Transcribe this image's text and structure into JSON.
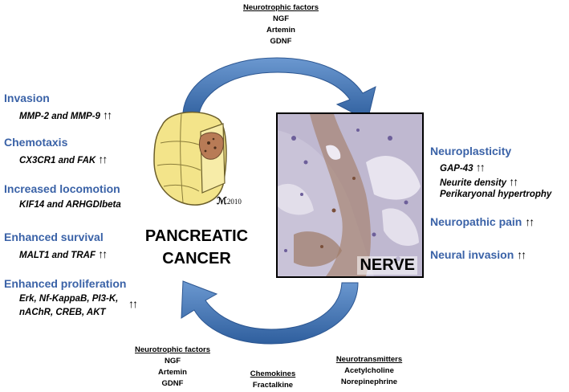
{
  "top_factors": {
    "title": "Neurotrophic factors",
    "items": [
      "NGF",
      "Artemin",
      "GDNF"
    ]
  },
  "left_column": [
    {
      "heading": "Invasion",
      "detail": "MMP-2 and MMP-9",
      "arrows": "↑↑"
    },
    {
      "heading": "Chemotaxis",
      "detail": "CX3CR1 and FAK",
      "arrows": "↑↑"
    },
    {
      "heading": "Increased locomotion",
      "detail": "KIF14 and ARHGDIbeta",
      "arrows": ""
    },
    {
      "heading": "Enhanced survival",
      "detail": "MALT1 and TRAF",
      "arrows": "↑↑"
    },
    {
      "heading": "Enhanced proliferation",
      "detail": "Erk, Nf-KappaB, PI3-K,",
      "detail2": "nAChR, CREB, AKT",
      "arrows": "↑↑"
    }
  ],
  "center": {
    "cancer_label_1": "PANCREATIC",
    "cancer_label_2": "CANCER",
    "nerve_label": "NERVE",
    "signature": "2010"
  },
  "right_column": {
    "neuroplasticity": {
      "heading": "Neuroplasticity",
      "items": [
        {
          "text": "GAP-43",
          "arrows": "↑↑"
        },
        {
          "text": "Neurite density",
          "arrows": "↑↑"
        },
        {
          "text": "Perikaryonal hypertrophy",
          "arrows": ""
        }
      ]
    },
    "pain": {
      "heading": "Neuropathic pain",
      "arrows": "↑↑"
    },
    "invasion": {
      "heading": "Neural invasion",
      "arrows": "↑↑"
    }
  },
  "bottom": {
    "factors": {
      "title": "Neurotrophic factors",
      "items": [
        "NGF",
        "Artemin",
        "GDNF"
      ]
    },
    "chemokines": {
      "title": "Chemokines",
      "items": [
        "Fractalkine"
      ]
    },
    "transmitters": {
      "title": "Neurotransmitters",
      "items": [
        "Acetylcholine",
        "Norepinephrine"
      ]
    }
  },
  "colors": {
    "heading_blue": "#3a62a7",
    "arrow_blue": "#3f73b5",
    "pancreas_yellow": "#f3e48a",
    "tumor_brown": "#b87b56"
  }
}
